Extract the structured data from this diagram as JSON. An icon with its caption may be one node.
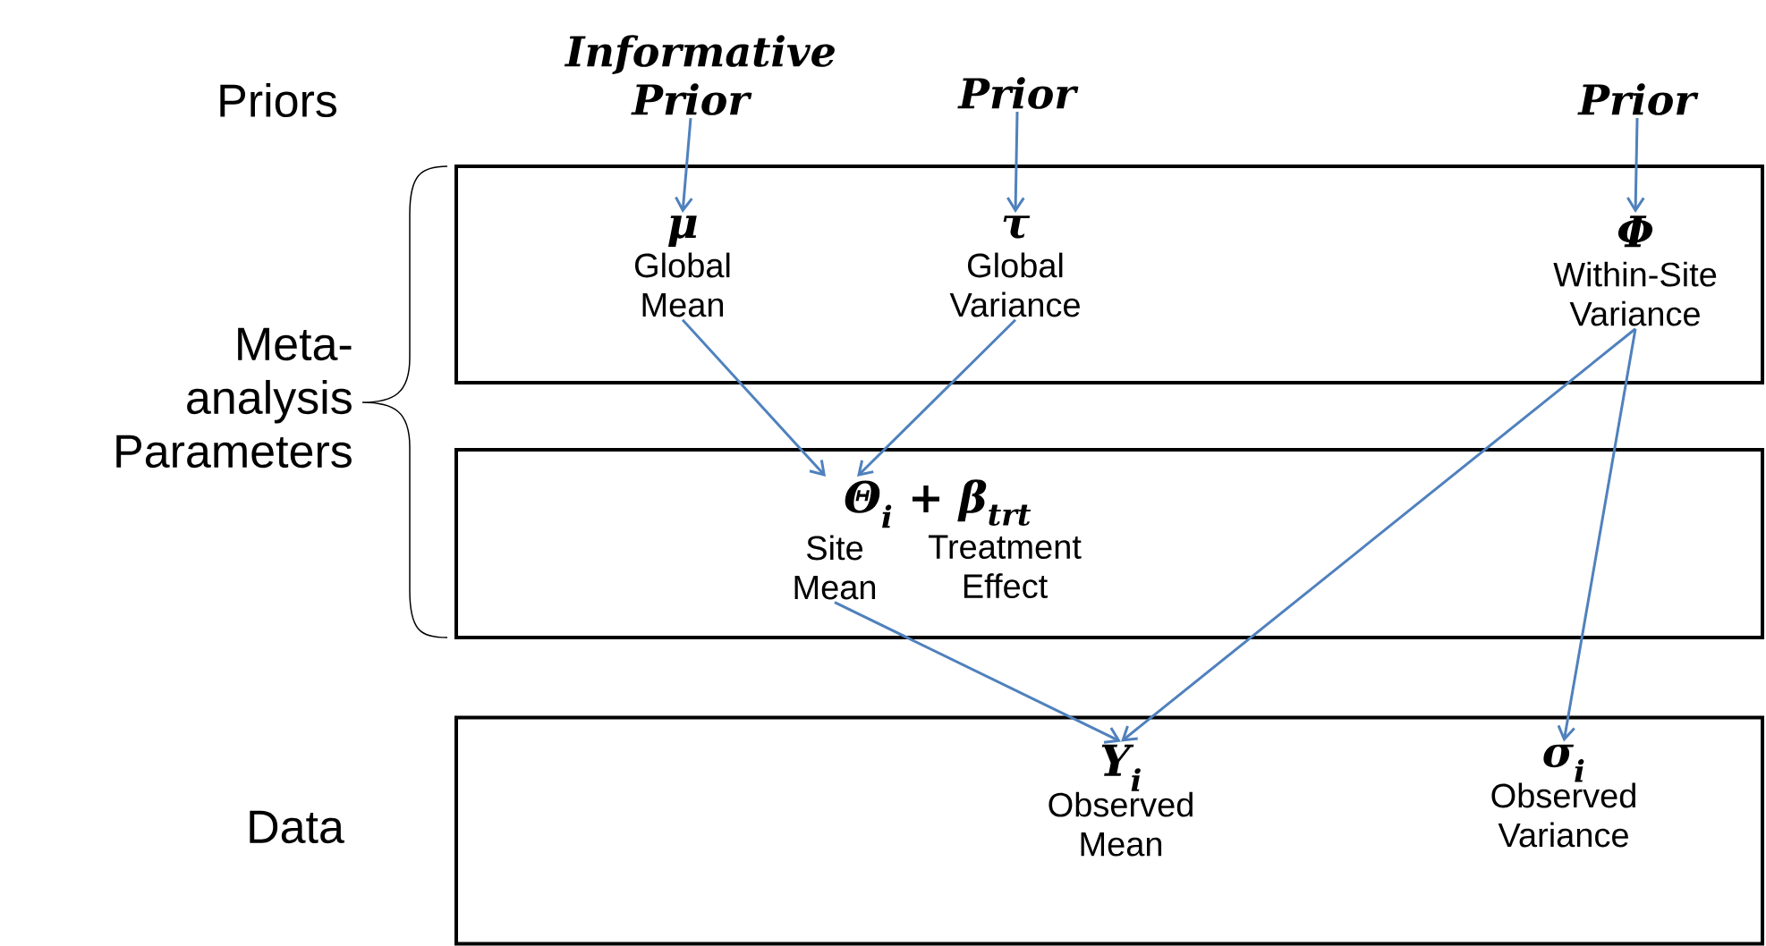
{
  "diagram": {
    "nodes": [
      {
        "text": [
          "Informative Prior"
        ]
      },
      {
        "text": [
          "Prior"
        ]
      },
      {
        "text": [
          "Prior"
        ]
      },
      {
        "text": [],
        "shape": "box"
      },
      {
        "text": [
          "μ",
          "Global Mean"
        ],
        "in": 3
      },
      {
        "text": [
          "τ",
          "Global Variance"
        ],
        "in": 3
      },
      {
        "text": [
          "Φ",
          "Within-Site Variance"
        ],
        "in": 3
      },
      {
        "text": [],
        "shape": "box"
      },
      {
        "text": [
          "Θ$_{i}$ + β$_{trt}$",
          "Site Mean",
          "Treatment Effect"
        ],
        "in": 7
      },
      {
        "text": [],
        "shape": "box"
      },
      {
        "text": [
          "Y$_{i}$",
          "Observed Mean"
        ],
        "in": 9
      },
      {
        "text": [
          "σ$_{i}$",
          "Observed Variance"
        ],
        "in": 9
      }
    ],
    "edges": [
      {
        "from": 0,
        "to": 4,
        "arrow": "to"
      },
      {
        "from": 1,
        "to": 5,
        "arrow": "to"
      },
      {
        "from": 2,
        "to": 6,
        "arrow": "to"
      },
      {
        "from": 4,
        "to": 8,
        "arrow": "to"
      },
      {
        "from": 5,
        "to": 8,
        "arrow": "to"
      },
      {
        "from": 6,
        "to": 10,
        "arrow": "to"
      },
      {
        "from": 8,
        "to": 10,
        "arrow": "to"
      },
      {
        "from": 6,
        "to": 11,
        "arrow": "to"
      }
    ],
    "labels": [
      "Priors",
      "Meta-analysis Parameters",
      "Data"
    ]
  }
}
